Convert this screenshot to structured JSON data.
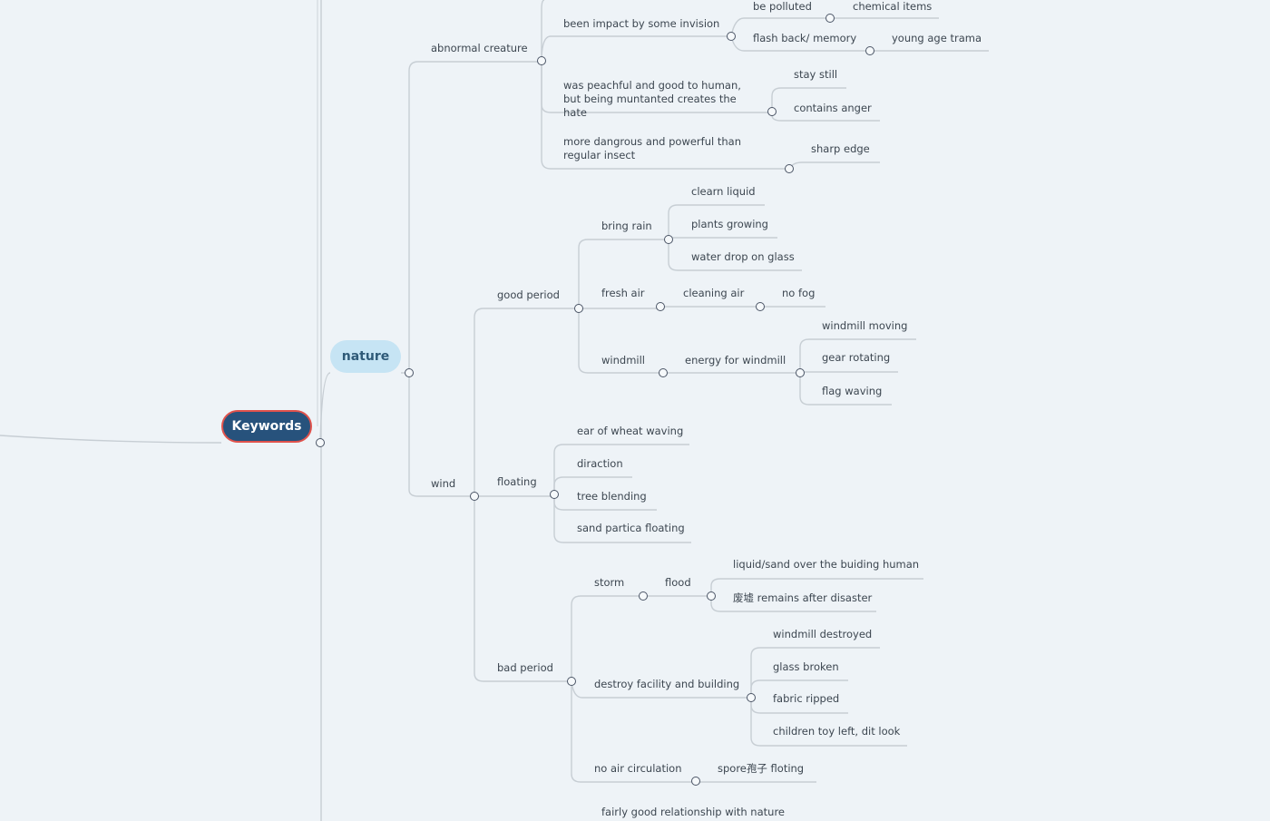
{
  "root": {
    "label": "Keywords"
  },
  "main_topic": {
    "label": "nature"
  },
  "nodes": {
    "abnormal_creature": "abnormal creature",
    "been_impact": "been impact by some invision",
    "be_polluted": "be polluted",
    "chemical_items": "chemical items",
    "flash_back": "flash back/ memory",
    "young_age_trama": "young age trama",
    "was_peachful": "was peachful and good to human, but being muntanted creates the hate",
    "stay_still": "stay still",
    "contains_anger": "contains anger",
    "more_dangrous": "more dangrous and powerful than regular insect",
    "sharp_edge": "sharp edge",
    "wind": "wind",
    "good_period": "good period",
    "bring_rain": "bring rain",
    "clearn_liquid": "clearn liquid",
    "plants_growing": "plants growing",
    "water_drop": "water drop on glass",
    "fresh_air": "fresh air",
    "cleaning_air": "cleaning air",
    "no_fog": "no fog",
    "windmill": "windmill",
    "energy_windmill": "energy for windmill",
    "windmill_moving": "windmill moving",
    "gear_rotating": "gear rotating",
    "flag_waving": "flag waving",
    "floating": "floating",
    "ear_of_wheat": "ear of wheat waving",
    "diraction": "diraction",
    "tree_blending": "tree blending",
    "sand_partica": "sand partica floating",
    "bad_period": "bad period",
    "storm": "storm",
    "flood": "flood",
    "liquid_sand": "liquid/sand over the buiding human",
    "remains": "废墟 remains after disaster",
    "destroy_facility": "destroy facility and building",
    "windmill_destroyed": "windmill destroyed",
    "glass_broken": "glass broken",
    "fabric_ripped": "fabric ripped",
    "children_toy": "children toy left, dit look",
    "no_air": "no air circulation",
    "spore": "spore孢子 floting",
    "fairly_good": "fairly good relationship with nature"
  }
}
